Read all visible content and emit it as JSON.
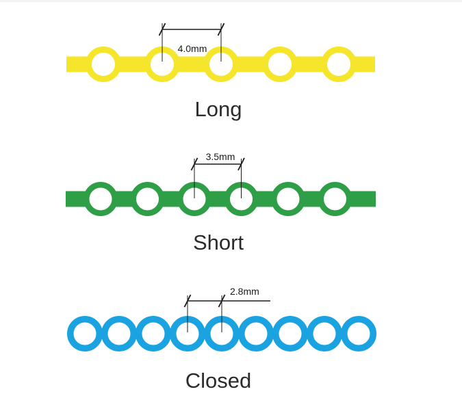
{
  "chains": [
    {
      "id": "long",
      "label": "Long",
      "color": "#f5e52b",
      "measurement": "4.0mm",
      "ring_count": 5,
      "has_bar": true,
      "measured_rings": [
        1,
        2
      ]
    },
    {
      "id": "short",
      "label": "Short",
      "color": "#2e9e47",
      "measurement": "3.5mm",
      "ring_count": 6,
      "has_bar": true,
      "measured_rings": [
        2,
        3
      ]
    },
    {
      "id": "closed",
      "label": "Closed",
      "color": "#1aa3e0",
      "measurement": "2.8mm",
      "ring_count": 9,
      "has_bar": false,
      "measured_rings": [
        3,
        4
      ]
    }
  ],
  "style": {
    "annotation_color": "#1a1a1a",
    "label_color": "#2b2b2b",
    "background": "#ffffff"
  }
}
